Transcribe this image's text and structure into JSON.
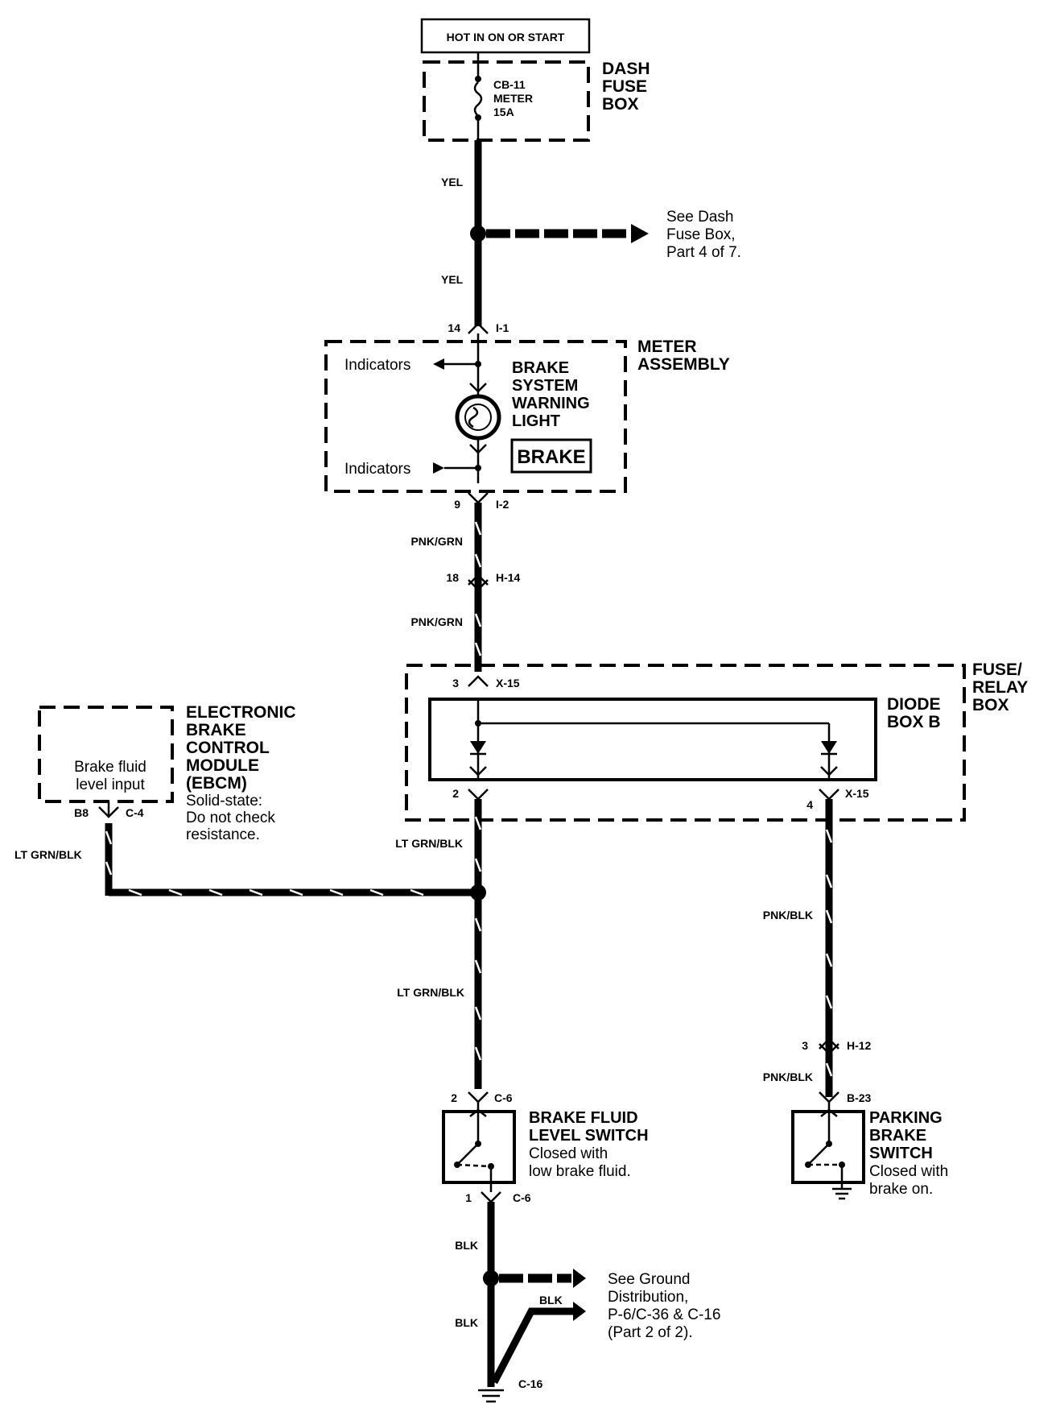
{
  "power": {
    "hot_label": "HOT IN ON OR START"
  },
  "dash_fuse_box": {
    "title_lines": [
      "DASH",
      "FUSE",
      "BOX"
    ],
    "fuse_lines": [
      "CB-11",
      "METER",
      "15A"
    ]
  },
  "wires": {
    "yel_1": "YEL",
    "yel_2": "YEL",
    "pnk_grn_1": "PNK/GRN",
    "pnk_grn_2": "PNK/GRN",
    "lt_grn_blk_left": "LT GRN/BLK",
    "lt_grn_blk_mid_1": "LT GRN/BLK",
    "lt_grn_blk_mid_2": "LT GRN/BLK",
    "pnk_blk_1": "PNK/BLK",
    "pnk_blk_2": "PNK/BLK",
    "blk_1": "BLK",
    "blk_2": "BLK",
    "blk_3": "BLK"
  },
  "see_dash_fuse": [
    "See Dash",
    "Fuse Box,",
    "Part 4 of 7."
  ],
  "connectors": {
    "i1_pin": "14",
    "i1_name": "I-1",
    "i2_pin": "9",
    "i2_name": "I-2",
    "h14_pin": "18",
    "h14_name": "H-14",
    "x15_top_pin": "3",
    "x15_top_name": "X-15",
    "x15_left_pin": "2",
    "x15_right_pin": "4",
    "x15_right_name": "X-15",
    "c4_pin": "B8",
    "c4_name": "C-4",
    "h12_pin": "3",
    "h12_name": "H-12",
    "c6_top_pin": "2",
    "c6_top_name": "C-6",
    "c6_bot_pin": "1",
    "c6_bot_name": "C-6",
    "b23_name": "B-23",
    "c16_name": "C-16"
  },
  "meter_assembly": {
    "title_lines": [
      "METER",
      "ASSEMBLY"
    ],
    "indicators_top": "Indicators",
    "indicators_bottom": "Indicators",
    "warning_lines": [
      "BRAKE",
      "SYSTEM",
      "WARNING",
      "LIGHT"
    ],
    "brake_badge": "BRAKE"
  },
  "fuse_relay_box": {
    "title_lines": [
      "FUSE/",
      "RELAY",
      "BOX"
    ]
  },
  "diode_box": {
    "title_lines": [
      "DIODE",
      "BOX B"
    ]
  },
  "ebcm": {
    "title_lines": [
      "ELECTRONIC",
      "BRAKE",
      "CONTROL",
      "MODULE",
      "(EBCM)"
    ],
    "note_lines": [
      "Solid-state:",
      "Do not check",
      "resistance."
    ],
    "input_lines": [
      "Brake fluid",
      "level input"
    ]
  },
  "brake_fluid_switch": {
    "title_lines": [
      "BRAKE FLUID",
      "LEVEL SWITCH"
    ],
    "note_lines": [
      "Closed with",
      "low brake fluid."
    ]
  },
  "parking_brake_switch": {
    "title_lines": [
      "PARKING",
      "BRAKE",
      "SWITCH"
    ],
    "note_lines": [
      "Closed with",
      "brake on."
    ]
  },
  "ground_distribution": [
    "See Ground",
    "Distribution,",
    "P-6/C-36 & C-16",
    "(Part 2 of 2)."
  ]
}
